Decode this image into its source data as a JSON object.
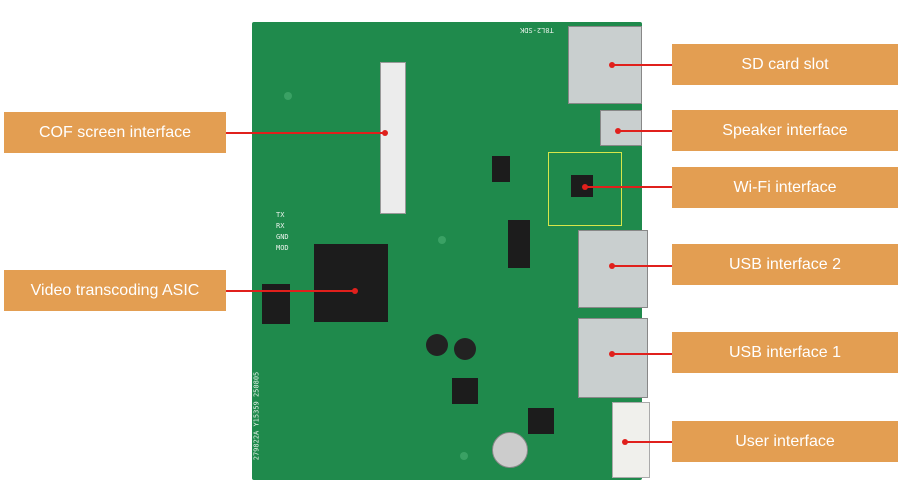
{
  "labels": {
    "sd_card_slot": "SD card slot",
    "speaker_interface": "Speaker interface",
    "wifi_interface": "Wi-Fi interface",
    "usb_interface_2": "USB interface 2",
    "usb_interface_1": "USB interface 1",
    "user_interface": "User interface",
    "cof_screen_interface": "COF screen interface",
    "video_transcoding_asic": "Video transcoding ASIC"
  },
  "board_silkscreen": {
    "model": "T8L2-SDK",
    "pins": [
      "TX",
      "RX",
      "GND",
      "MOD"
    ],
    "serial": "279822A Y15359 250805"
  },
  "colors": {
    "label_bg": "#e39e52",
    "pointer": "#e0201c",
    "board": "#1f8a4c"
  }
}
